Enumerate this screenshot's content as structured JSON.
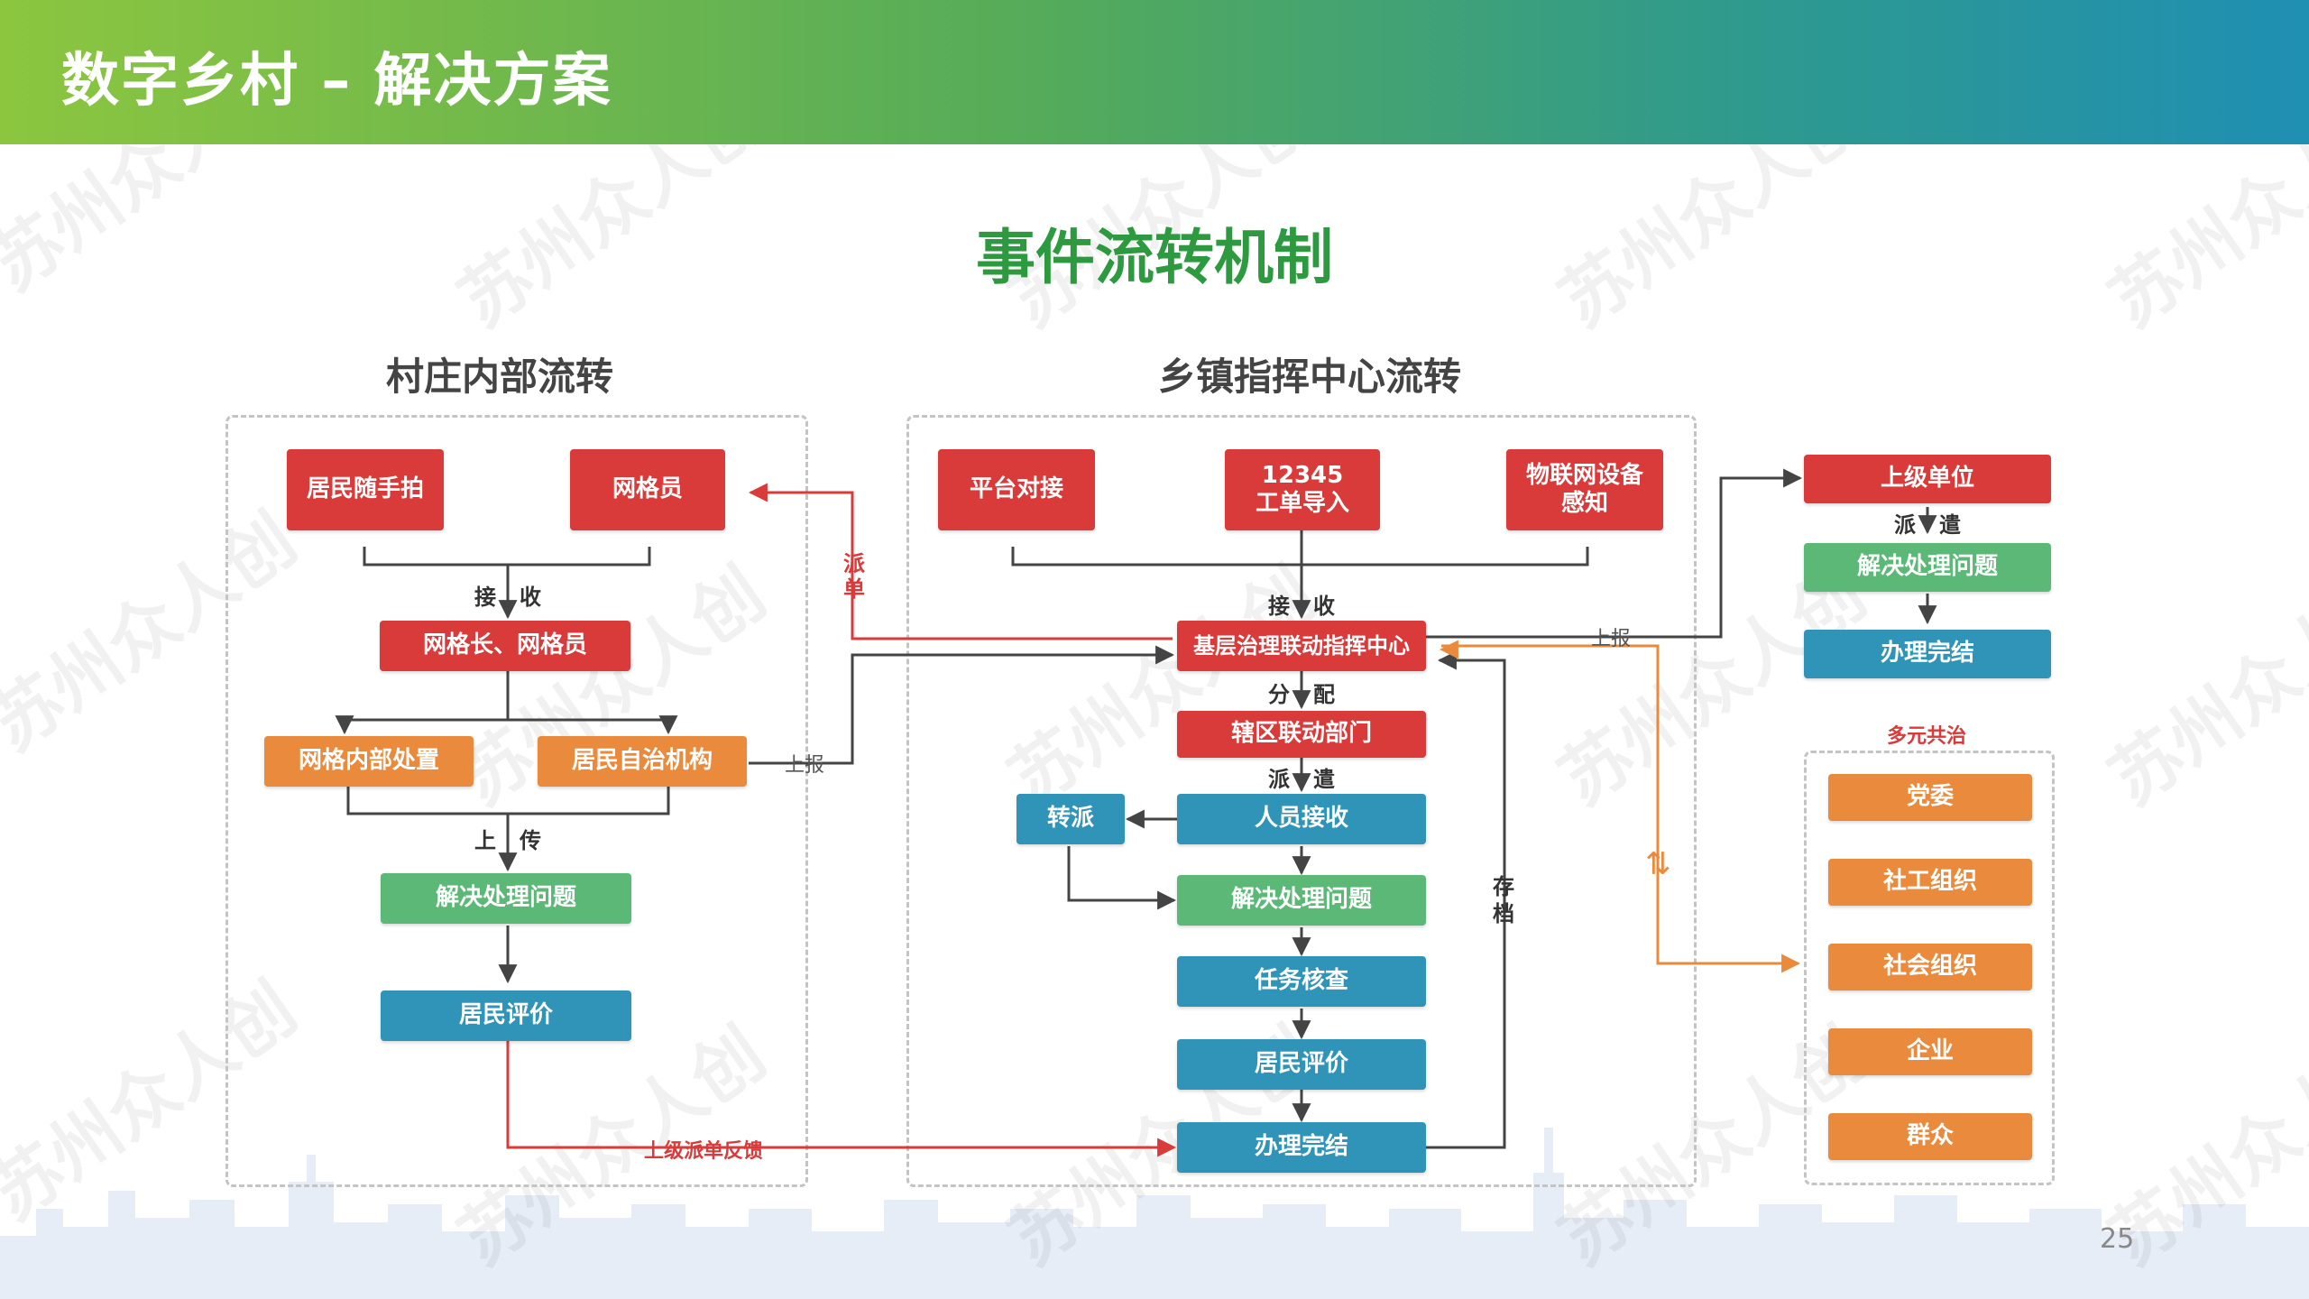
{
  "header": {
    "title": "数字乡村 – 解决方案"
  },
  "main_title": "事件流转机制",
  "sections": {
    "village": {
      "title": "村庄内部流转"
    },
    "town": {
      "title": "乡镇指挥中心流转"
    }
  },
  "village_nodes": {
    "resident_photo": "居民随手拍",
    "grid_member": "网格员",
    "grid_leaders": "网格长、网格员",
    "grid_internal": "网格内部处置",
    "resident_autonomy": "居民自治机构",
    "solve_problem": "解决处理问题",
    "resident_eval": "居民评价"
  },
  "town_nodes": {
    "platform": "平台对接",
    "hotline_l1": "12345",
    "hotline_l2": "工单导入",
    "iot_l1": "物联网设备",
    "iot_l2": "感知",
    "command_center": "基层治理联动指挥中心",
    "district_dept": "辖区联动部门",
    "transfer": "转派",
    "staff_receive": "人员接收",
    "solve_problem": "解决处理问题",
    "task_check": "任务核查",
    "resident_eval": "居民评价",
    "completed": "办理完结"
  },
  "upper_nodes": {
    "upper_unit": "上级单位",
    "solve_problem": "解决处理问题",
    "completed": "办理完结"
  },
  "co_gov": {
    "title": "多元共治",
    "items": [
      "党委",
      "社工组织",
      "社会组织",
      "企业",
      "群众"
    ]
  },
  "labels": {
    "receive_a": "接",
    "receive_b": "收",
    "upload_a": "上",
    "upload_b": "传",
    "report": "上报",
    "dispatch_order_1": "派",
    "dispatch_order_2": "单",
    "assign_a": "分",
    "assign_b": "配",
    "dispatch_a": "派",
    "dispatch_b": "遣",
    "archive_1": "存",
    "archive_2": "档",
    "upper_feedback": "上级派单反馈",
    "town_receive_a": "接",
    "town_receive_b": "收",
    "upper_dispatch_a": "派",
    "upper_dispatch_b": "遣",
    "bidir": "⇅"
  },
  "watermark": "苏州众人创",
  "page_number": "25",
  "colors": {
    "red": "#d93a3a",
    "orange": "#ea8a3c",
    "green": "#5cb876",
    "teal": "#2f94b8",
    "title_green": "#2e9a3f"
  }
}
